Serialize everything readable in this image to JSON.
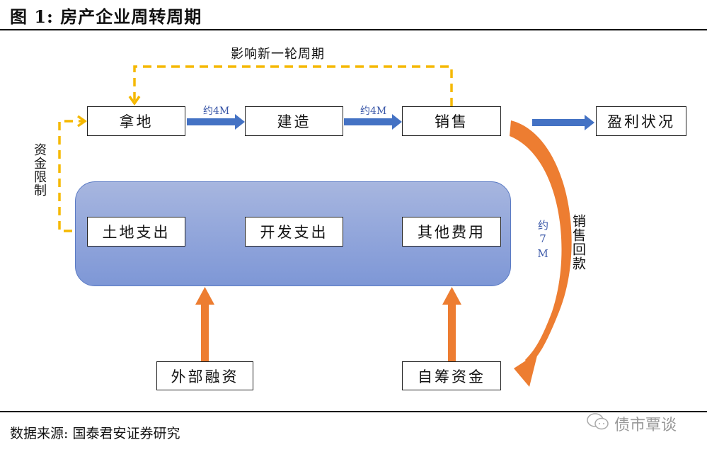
{
  "figure": {
    "title": "图 1:  房产企业周转周期",
    "source": "数据来源: 国泰君安证券研究",
    "watermark": "债市覃谈",
    "watermark_icon": "wechat-icon"
  },
  "colors": {
    "blue_arrow": "#4472c4",
    "orange_arrow": "#ed7d31",
    "dashed_line": "#f5b800",
    "panel_fill": "#8ea3da",
    "label_blue": "#3a57a8"
  },
  "flow": {
    "stages": [
      "拿地",
      "建造",
      "销售"
    ],
    "durations": [
      "约4M",
      "约4M"
    ],
    "outcome": "盈利状况",
    "feedback_loop_label": "影响新一轮周期",
    "capital_constraint_label": "资金限制",
    "sales_return_label": "销售回款",
    "sales_return_duration": "约7M"
  },
  "spending": {
    "items": [
      "土地支出",
      "开发支出",
      "其他费用"
    ]
  },
  "funding": {
    "sources": [
      "外部融资",
      "自筹资金"
    ]
  }
}
